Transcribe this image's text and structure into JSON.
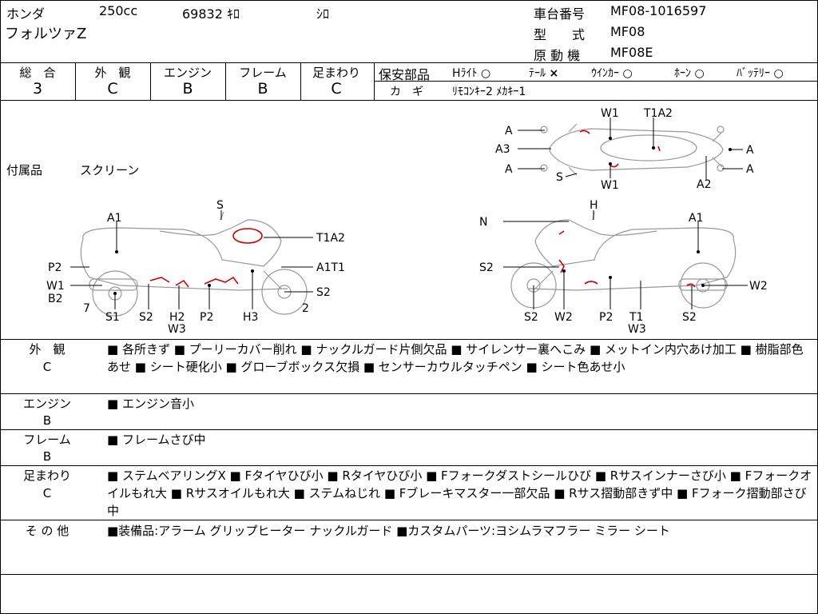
{
  "header": {
    "maker": "ホンダ",
    "displacement": "250cc",
    "mileage": "69832 ｷﾛ",
    "color": "ｼﾛ",
    "model_name": "フォルツァZ",
    "chassis_label": "車台番号",
    "chassis_value": "MF08-1016597",
    "type_label": "型　　式",
    "type_value": "MF08",
    "engine_label": "原 動 機",
    "engine_value": "MF08E"
  },
  "grades": [
    {
      "label": "総　合",
      "value": "3"
    },
    {
      "label": "外　観",
      "value": "C"
    },
    {
      "label": "エンジン",
      "value": "B"
    },
    {
      "label": "フレーム",
      "value": "B"
    },
    {
      "label": "足まわり",
      "value": "C"
    }
  ],
  "safety": {
    "title": "保安部品",
    "items": [
      {
        "label": "Hﾗｲﾄ",
        "mark": "○"
      },
      {
        "label": "ﾃｰﾙ",
        "mark": "×"
      },
      {
        "label": "ｳｲﾝｶｰ",
        "mark": "○"
      },
      {
        "label": "ﾎｰﾝ",
        "mark": "○"
      },
      {
        "label": "ﾊﾞｯﾃﾘｰ",
        "mark": "○"
      }
    ],
    "key_label": "カ　ギ",
    "key_value": "ﾘﾓｺﾝｷｰ2 ﾒｶｷｰ1"
  },
  "accessories": {
    "label": "付属品",
    "value": "スクリーン"
  },
  "diagram": {
    "top_labels": [
      "A",
      "A3",
      "A",
      "S",
      "W1",
      "T1A2",
      "W1",
      "A",
      "A",
      "A2"
    ],
    "left_labels": [
      "S",
      "A1",
      "T1A2",
      "P2",
      "A1T1",
      "W1",
      "B2",
      "S2",
      "7",
      "2",
      "S1",
      "S2",
      "H2",
      "W3",
      "P2",
      "H3"
    ],
    "right_labels": [
      "H",
      "N",
      "A1",
      "S2",
      "W2",
      "S2",
      "W2",
      "P2",
      "T1",
      "W3",
      "S2"
    ]
  },
  "sections": [
    {
      "label": "外　観",
      "grade": "C",
      "text": "■ 各所きず ■ プーリーカバー削れ ■ ナックルガード片側欠品 ■ サイレンサー裏へこみ ■ メットイン内穴あけ加工 ■ 樹脂部色あせ ■ シート硬化小 ■ グローブボックス欠損 ■ センサーカウルタッチペン ■ シート色あせ小"
    },
    {
      "label": "エンジン",
      "grade": "B",
      "text": "■ エンジン音小"
    },
    {
      "label": "フレーム",
      "grade": "B",
      "text": "■ フレームさび中"
    },
    {
      "label": "足まわり",
      "grade": "C",
      "text": "■ ステムベアリングX ■ Fタイヤひび小 ■ Rタイヤひび小 ■ Fフォークダストシールひび ■ Rサスインナーさび小 ■ Fフォークオイルもれ大 ■ Rサスオイルもれ大 ■ ステムねじれ ■ Fブレーキマスター一部欠品 ■ Rサス摺動部きず中 ■ Fフォーク摺動部さび中"
    },
    {
      "label": "そ の 他",
      "grade": "",
      "text": "■装備品:アラーム グリップヒーター ナックルガード ■カスタムパーツ:ヨシムラマフラー ミラー シート"
    }
  ]
}
